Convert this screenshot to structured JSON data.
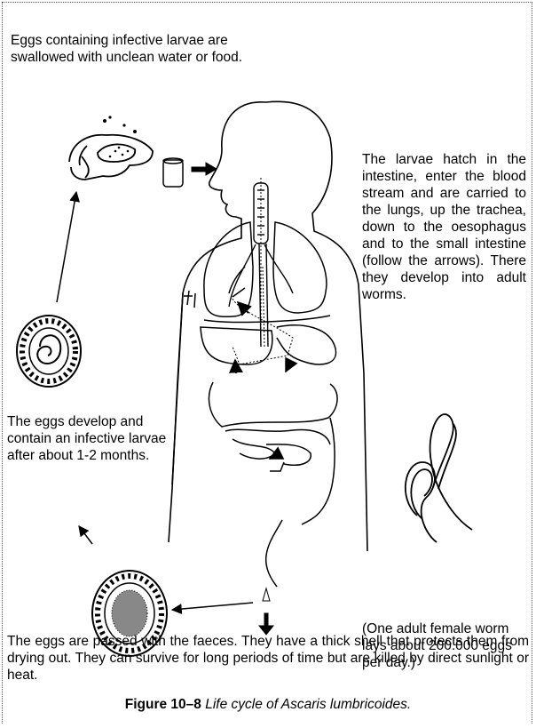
{
  "texts": {
    "swallowed": "Eggs containing infective larvae are swallowed with unclean water or food.",
    "hatch": "The larvae hatch in the intestine, enter the blood stream and are carried to the lungs, up the trachea, down to the oesophagus and to the small intestine (follow the arrows). There they develop into adult worms.",
    "develop": "The eggs develop and contain an infective larvae after about 1-2 months.",
    "female": "(One adult female worm lays about 200.000 eggs per day.)",
    "passed": "The eggs are passed with the faeces. They have a thick shell that protects them from drying out. They can survive for long periods of time but are killed by direct sunlight or heat."
  },
  "caption": {
    "label": "Figure 10–8",
    "title": "Life cycle of Ascaris lumbricoides."
  }
}
